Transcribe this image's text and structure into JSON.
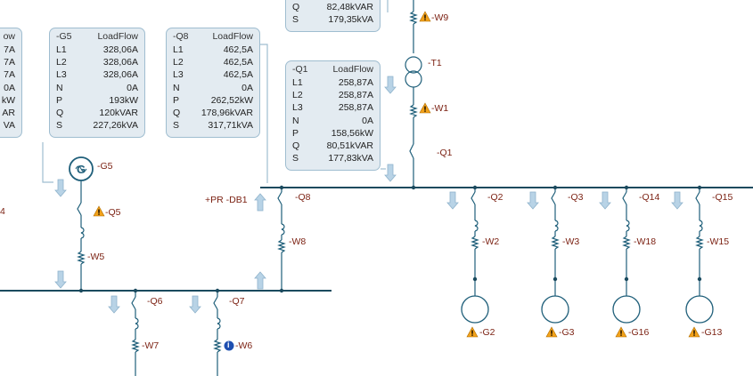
{
  "panels": {
    "left_partial": {
      "header": "ow",
      "rows": [
        {
          "k": "",
          "v": "7A"
        },
        {
          "k": "",
          "v": "7A"
        },
        {
          "k": "",
          "v": "7A"
        },
        {
          "k": "",
          "v": "0A"
        },
        {
          "k": "",
          "v": "kW"
        },
        {
          "k": "",
          "v": "AR"
        },
        {
          "k": "",
          "v": "VA"
        }
      ]
    },
    "g5": {
      "header_id": "-G5",
      "header_title": "LoadFlow",
      "rows": [
        {
          "k": "L1",
          "v": "328,06A"
        },
        {
          "k": "L2",
          "v": "328,06A"
        },
        {
          "k": "L3",
          "v": "328,06A"
        },
        {
          "k": "N",
          "v": "0A"
        },
        {
          "k": "P",
          "v": "193kW"
        },
        {
          "k": "Q",
          "v": "120kVAR"
        },
        {
          "k": "S",
          "v": "227,26kVA"
        }
      ]
    },
    "q8": {
      "header_id": "-Q8",
      "header_title": "LoadFlow",
      "rows": [
        {
          "k": "L1",
          "v": "462,5A"
        },
        {
          "k": "L2",
          "v": "462,5A"
        },
        {
          "k": "L3",
          "v": "462,5A"
        },
        {
          "k": "N",
          "v": "0A"
        },
        {
          "k": "P",
          "v": "262,52kW"
        },
        {
          "k": "Q",
          "v": "178,96kVAR"
        },
        {
          "k": "S",
          "v": "317,71kVA"
        }
      ]
    },
    "top_partial": {
      "rows": [
        {
          "k": "Q",
          "v": "82,48kVAR"
        },
        {
          "k": "S",
          "v": "179,35kVA"
        }
      ]
    },
    "q1": {
      "header_id": "-Q1",
      "header_title": "LoadFlow",
      "rows": [
        {
          "k": "L1",
          "v": "258,87A"
        },
        {
          "k": "L2",
          "v": "258,87A"
        },
        {
          "k": "L3",
          "v": "258,87A"
        },
        {
          "k": "N",
          "v": "0A"
        },
        {
          "k": "P",
          "v": "158,56kW"
        },
        {
          "k": "Q",
          "v": "80,51kVAR"
        },
        {
          "k": "S",
          "v": "177,83kVA"
        }
      ]
    }
  },
  "labels": {
    "w9": "-W9",
    "t1": "-T1",
    "w1": "-W1",
    "q1": "-Q1",
    "g5": "-G5",
    "q5": "-Q5",
    "w5": "-W5",
    "pr_db1": "+PR -DB1",
    "q8": "-Q8",
    "w8": "-W8",
    "q6": "-Q6",
    "q7": "-Q7",
    "w7": "-W7",
    "w6": "-W6",
    "q2": "-Q2",
    "q3": "-Q3",
    "q14": "-Q14",
    "q15": "-Q15",
    "w2": "-W2",
    "w3": "-W3",
    "w18": "-W18",
    "w15": "-W15",
    "g2": "-G2",
    "g3": "-G3",
    "g16": "-G16",
    "g13": "-G13",
    "left_edge": "4",
    "gen_symbol": "G",
    "info_symbol": "i",
    "warn_symbol": "!"
  },
  "colors": {
    "line": "#1f5f7a",
    "bus": "#1a4a5e",
    "label": "#7a1f10",
    "arrow_fill": "#b8d3e6",
    "arrow_stroke": "#8fb3cc",
    "warn_fill": "#f2a21a",
    "info_fill": "#1e4fb0"
  }
}
